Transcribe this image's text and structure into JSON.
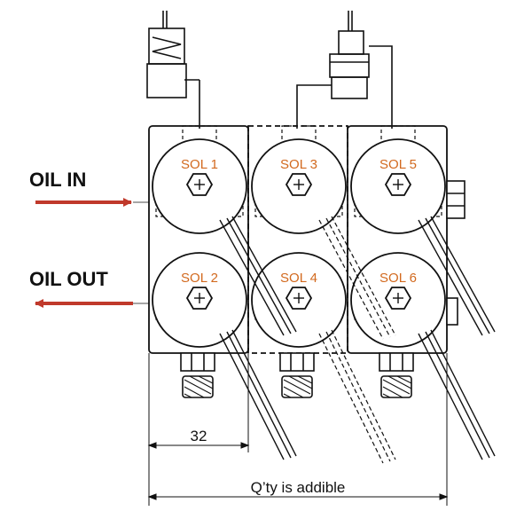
{
  "labels": {
    "oil_in": "OIL IN",
    "oil_out": "OIL OUT",
    "dimension_value": "32",
    "quantity_note": "Q’ty is addible"
  },
  "solenoids": [
    {
      "id": "sol1",
      "label": "SOL 1"
    },
    {
      "id": "sol3",
      "label": "SOL 3"
    },
    {
      "id": "sol5",
      "label": "SOL 5"
    },
    {
      "id": "sol2",
      "label": "SOL 2"
    },
    {
      "id": "sol4",
      "label": "SOL 4"
    },
    {
      "id": "sol6",
      "label": "SOL 6"
    }
  ],
  "colors": {
    "line": "#111111",
    "arrow": "#c0392b",
    "solenoid_label": "#d2691e",
    "background": "#ffffff"
  }
}
